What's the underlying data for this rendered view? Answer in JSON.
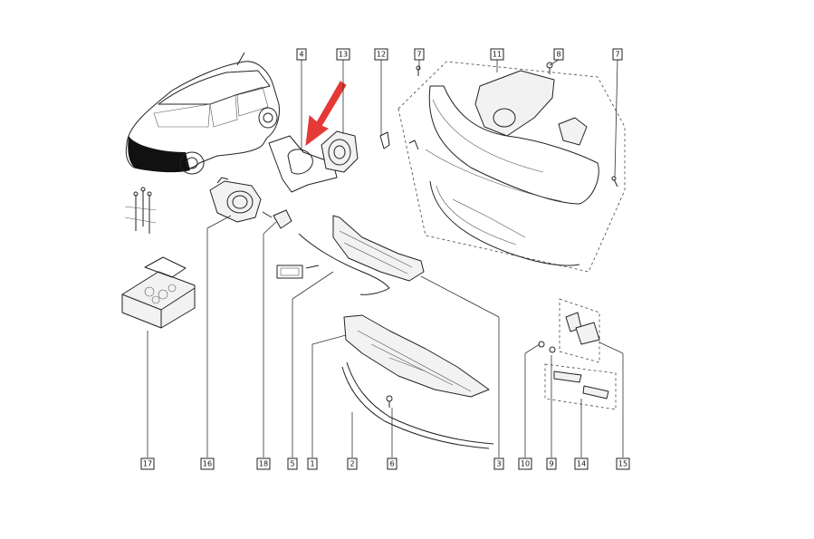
{
  "callouts": [
    {
      "id": "c4",
      "label": "4"
    },
    {
      "id": "c13",
      "label": "13"
    },
    {
      "id": "c12",
      "label": "12"
    },
    {
      "id": "c7a",
      "label": "7"
    },
    {
      "id": "c11",
      "label": "11"
    },
    {
      "id": "c8",
      "label": "8"
    },
    {
      "id": "c7b",
      "label": "7"
    },
    {
      "id": "c17",
      "label": "17"
    },
    {
      "id": "c16",
      "label": "16"
    },
    {
      "id": "c18",
      "label": "18"
    },
    {
      "id": "c5",
      "label": "5"
    },
    {
      "id": "c1",
      "label": "1"
    },
    {
      "id": "c2",
      "label": "2"
    },
    {
      "id": "c6",
      "label": "6"
    },
    {
      "id": "c3",
      "label": "3"
    },
    {
      "id": "c10",
      "label": "10"
    },
    {
      "id": "c9",
      "label": "9"
    },
    {
      "id": "c14",
      "label": "14"
    },
    {
      "id": "c15",
      "label": "15"
    }
  ],
  "colors": {
    "arrow": "#e53935",
    "car_front": "#111111",
    "line": "#222222"
  }
}
